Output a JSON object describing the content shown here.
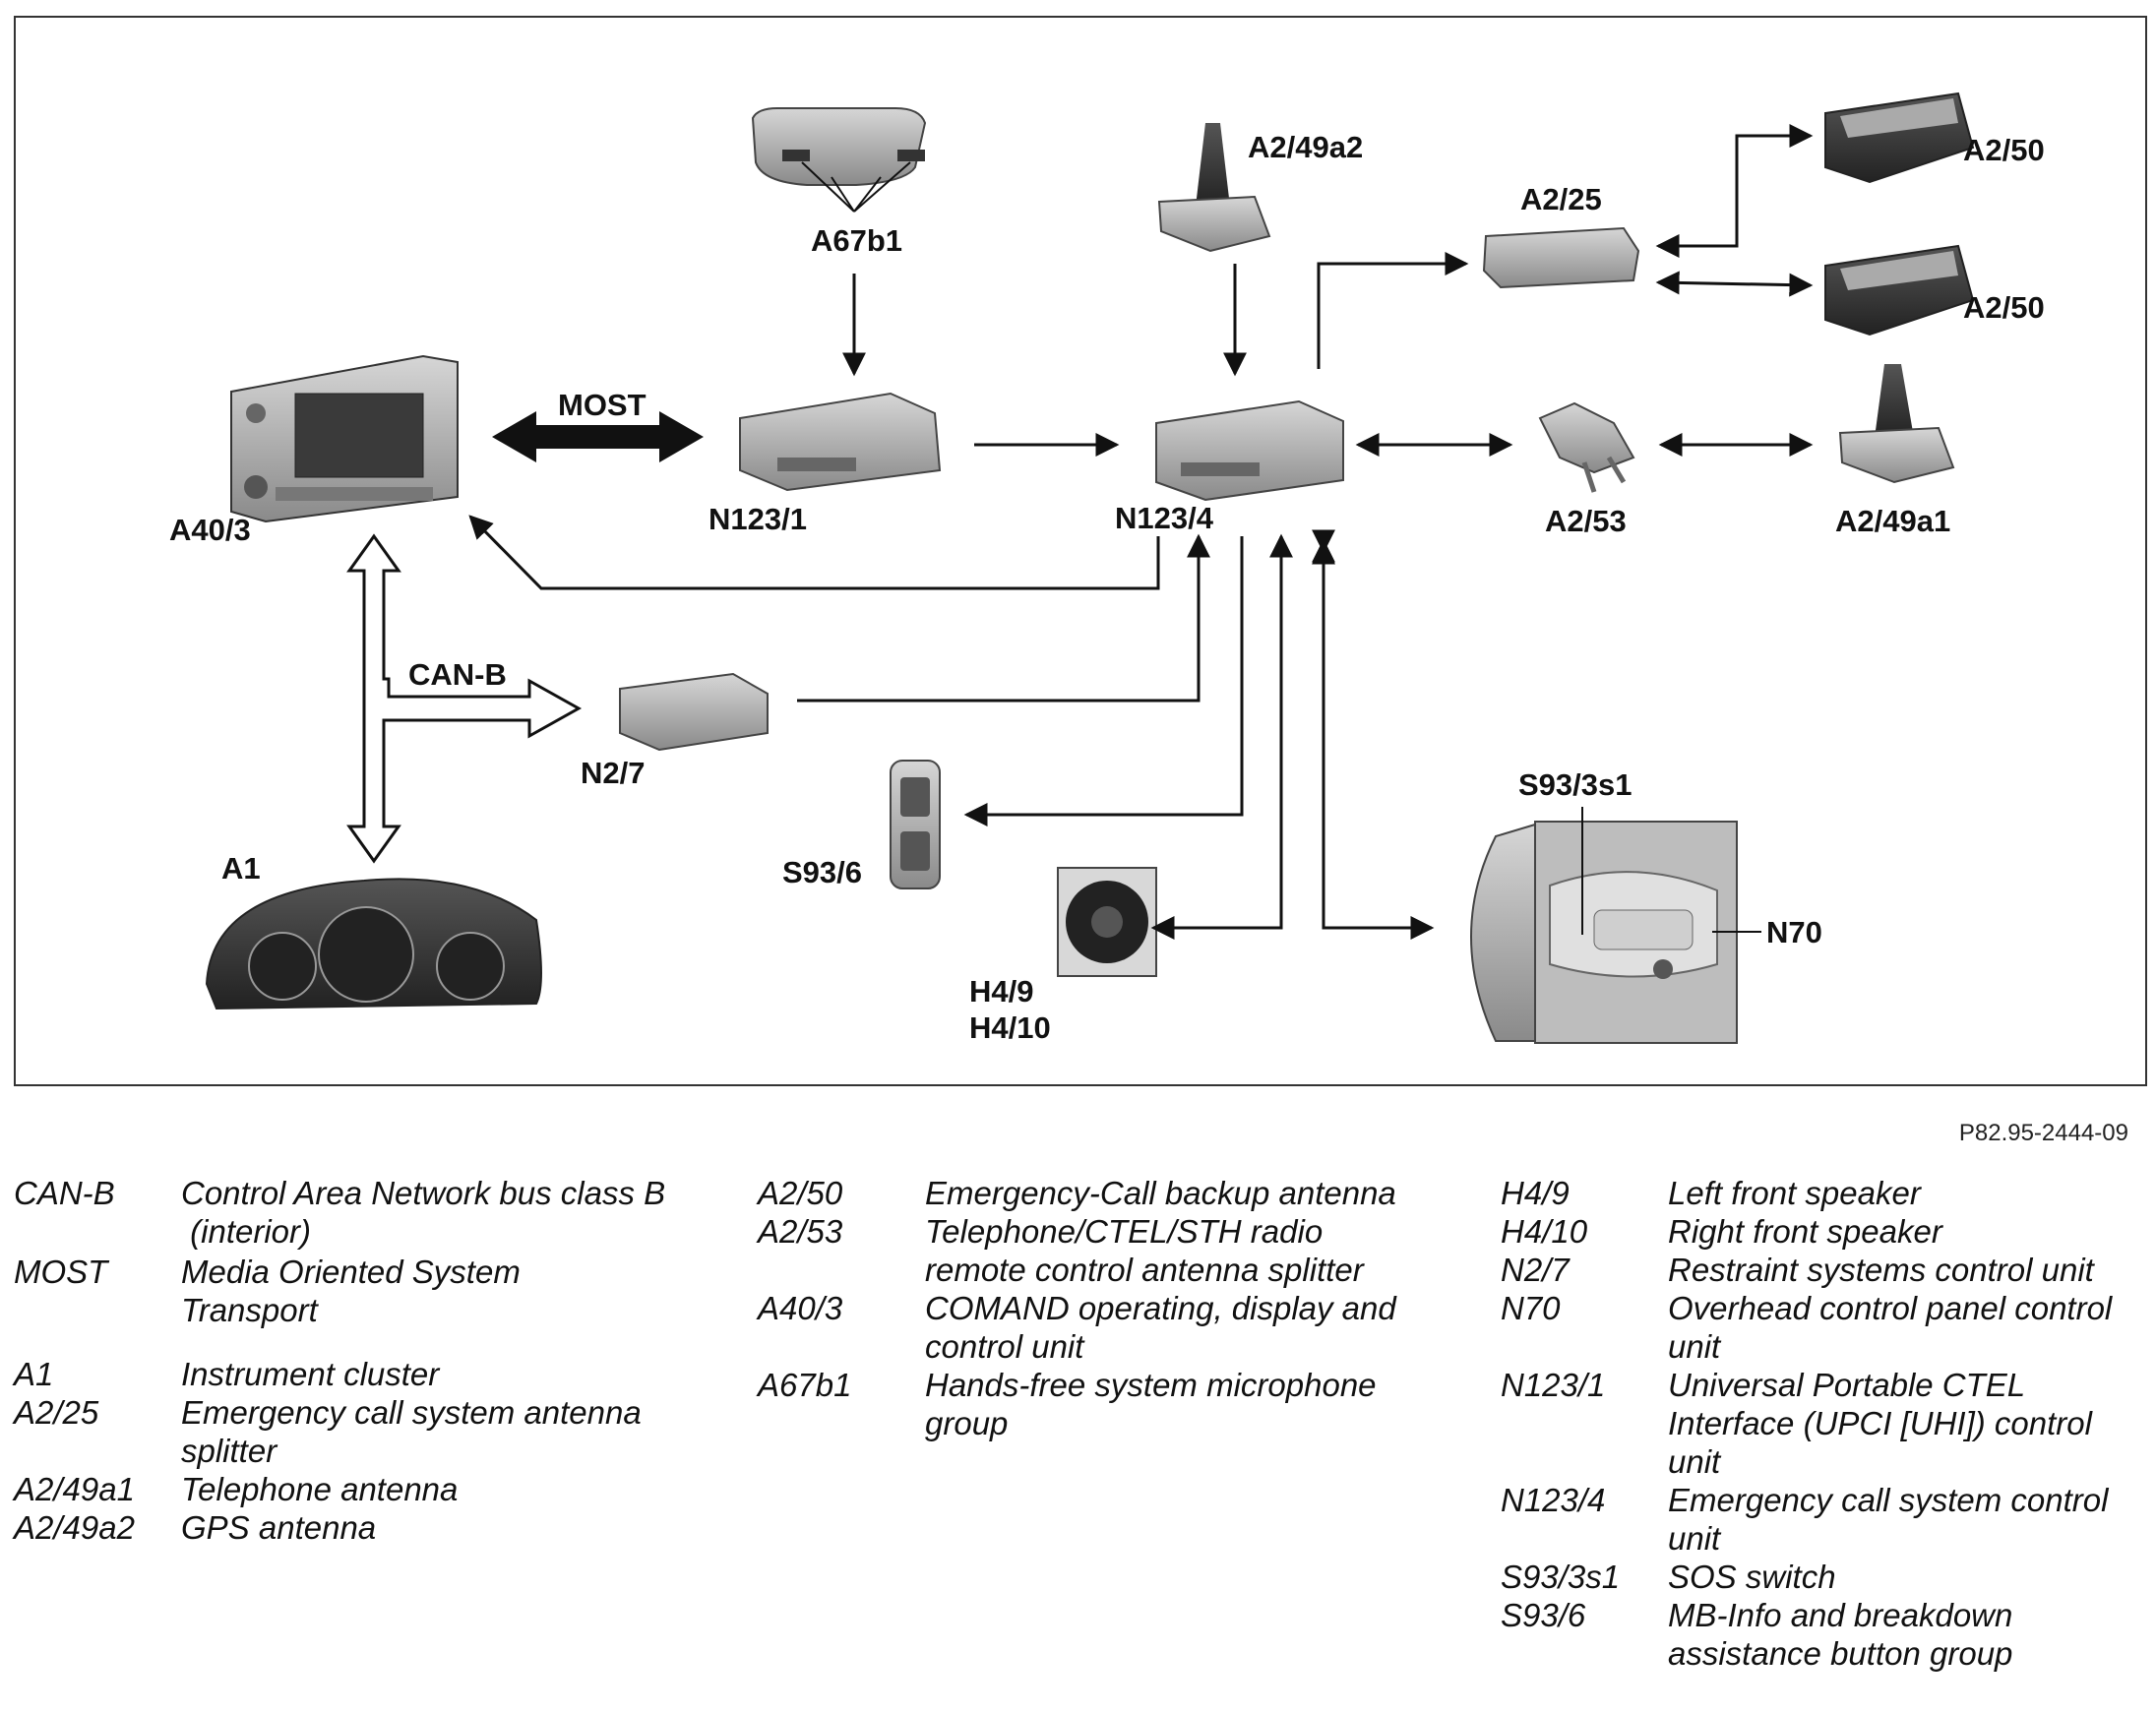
{
  "components": {
    "a40_3": "A40/3",
    "n123_1": "N123/1",
    "n123_4": "N123/4",
    "a67b1": "A67b1",
    "a2_49a2": "A2/49a2",
    "a2_25": "A2/25",
    "a2_50_top": "A2/50",
    "a2_50_bottom": "A2/50",
    "a2_53": "A2/53",
    "a2_49a1": "A2/49a1",
    "n2_7": "N2/7",
    "a1": "A1",
    "s93_6": "S93/6",
    "h4_9": "H4/9",
    "h4_10": "H4/10",
    "s93_3s1": "S93/3s1",
    "n70": "N70"
  },
  "bus_labels": {
    "most": "MOST",
    "can_b": "CAN-B"
  },
  "figure_code": "P82.95-2444-09",
  "legend": {
    "col1": [
      {
        "code": "CAN-B",
        "lines": [
          "Control Area Network bus class B",
          " (interior)"
        ]
      },
      {
        "code": "MOST",
        "lines": [
          "Media Oriented System",
          "Transport"
        ]
      },
      {
        "code": "A1",
        "lines": [
          "Instrument cluster"
        ]
      },
      {
        "code": "A2/25",
        "lines": [
          "Emergency call system antenna",
          "splitter"
        ]
      },
      {
        "code": "A2/49a1",
        "lines": [
          "Telephone antenna"
        ]
      },
      {
        "code": "A2/49a2",
        "lines": [
          "GPS antenna"
        ]
      }
    ],
    "col2": [
      {
        "code": "A2/50",
        "lines": [
          "Emergency-Call backup antenna"
        ]
      },
      {
        "code": "A2/53",
        "lines": [
          "Telephone/CTEL/STH radio",
          "remote control antenna splitter"
        ]
      },
      {
        "code": "A40/3",
        "lines": [
          "COMAND operating, display and",
          "control unit"
        ]
      },
      {
        "code": "A67b1",
        "lines": [
          "Hands-free system microphone",
          "group"
        ]
      }
    ],
    "col3": [
      {
        "code": "H4/9",
        "lines": [
          "Left front speaker"
        ]
      },
      {
        "code": "H4/10",
        "lines": [
          "Right front speaker"
        ]
      },
      {
        "code": "N2/7",
        "lines": [
          "Restraint systems control unit"
        ]
      },
      {
        "code": "N70",
        "lines": [
          "Overhead control panel control",
          "unit"
        ]
      },
      {
        "code": "N123/1",
        "lines": [
          "Universal Portable CTEL",
          "Interface (UPCI [UHI]) control",
          "unit"
        ]
      },
      {
        "code": "N123/4",
        "lines": [
          "Emergency call system control",
          "unit"
        ]
      },
      {
        "code": "S93/3s1",
        "lines": [
          "SOS switch"
        ]
      },
      {
        "code": "S93/6",
        "lines": [
          "MB-Info and breakdown",
          "assistance button group"
        ]
      }
    ]
  }
}
